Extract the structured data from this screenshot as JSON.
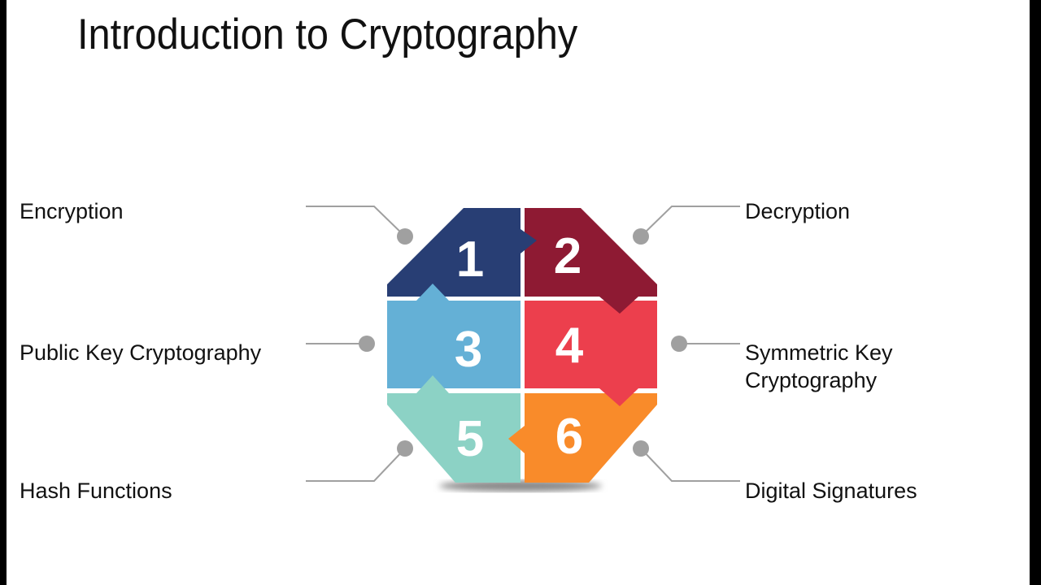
{
  "title": "Introduction to Cryptography",
  "pieces": [
    {
      "number": "1",
      "label": "Encryption",
      "color": "#283e74"
    },
    {
      "number": "2",
      "label": "Decryption",
      "color": "#8e1a33"
    },
    {
      "number": "3",
      "label": "Public Key Cryptography",
      "color": "#64b0d6"
    },
    {
      "number": "4",
      "label": "Symmetric Key Cryptography",
      "color": "#ec3f4d"
    },
    {
      "number": "5",
      "label": "Hash Functions",
      "color": "#8cd2c5"
    },
    {
      "number": "6",
      "label": "Digital Signatures",
      "color": "#f98b2a"
    }
  ],
  "connector_color": "#a0a0a0"
}
